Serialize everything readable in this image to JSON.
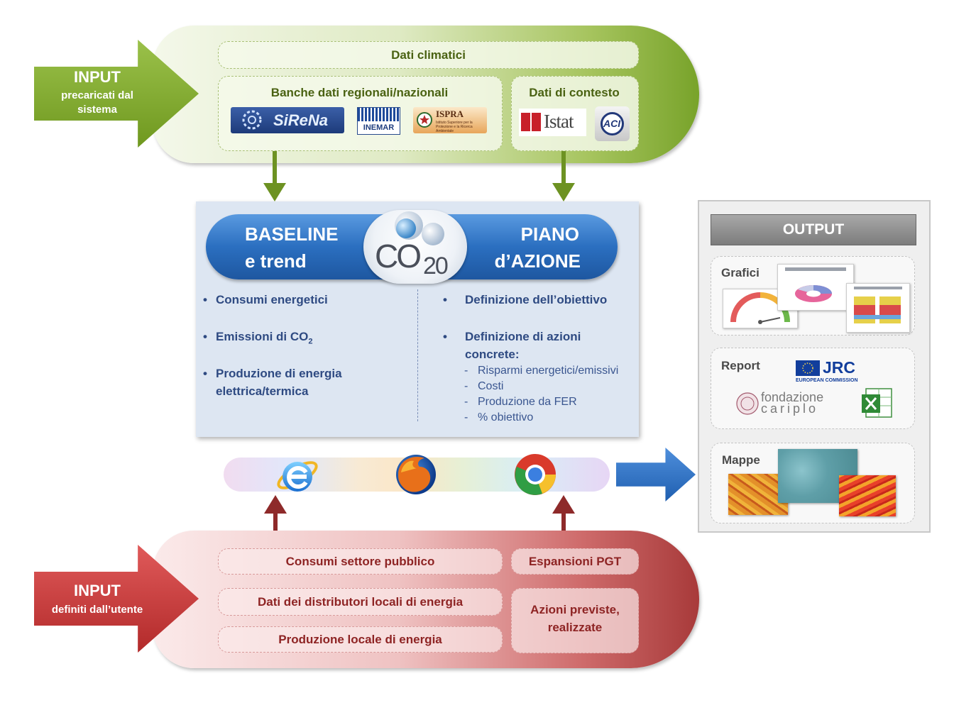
{
  "input_top": {
    "title": "INPUT",
    "line1": "precaricati dal",
    "line2": "sistema"
  },
  "top_band": {
    "dati_climatici": "Dati climatici",
    "banche_dati": "Banche dati regionali/nazionali",
    "dati_contesto": "Dati di contesto",
    "logos": {
      "sirena": "SiReNa",
      "inemar": "INEMAR",
      "ispra": "ISPRA",
      "ispra_sub": "Istituto Superiore per la Protezione e la Ricerca Ambientale",
      "istat": "Istat",
      "aci": "ACI"
    }
  },
  "center": {
    "baseline_line1": "BASELINE",
    "baseline_line2": "e trend",
    "piano_line1": "PIANO",
    "piano_line2": "d’AZIONE",
    "logo_co": "CO",
    "logo_sub": "20",
    "left_bullets": [
      "Consumi  energetici",
      "Emissioni  di  CO",
      "Produzione  di  energia",
      "elettrica/termica"
    ],
    "co2_subscript": "2",
    "right_bullets": [
      "Definizione  dell’obiettivo",
      "Definizione  di  azioni",
      "concrete:"
    ],
    "sub_items": [
      "Risparmi energetici/emissivi",
      "Costi",
      "Produzione da FER",
      "% obiettivo"
    ]
  },
  "output": {
    "title": "OUTPUT",
    "grafici": "Grafici",
    "report": "Report",
    "mappe": "Mappe",
    "jrc": "JRC",
    "jrc_sub": "EUROPEAN COMMISSION",
    "fondazione": "fondazione",
    "cariplo": "cariplo"
  },
  "input_bottom": {
    "title": "INPUT",
    "line1": "definiti dall’utente"
  },
  "bottom_band": {
    "consumi": "Consumi  settore  pubblico",
    "espansioni": "Espansioni  PGT",
    "distributori": "Dati dei distributori  locali di energia",
    "azioni_1": "Azioni  previste,",
    "azioni_2": "realizzate",
    "produzione": "Produzione  locale di energia"
  },
  "colors": {
    "green": "#78a32a",
    "red": "#b22a2a",
    "blue": "#2b6fc0",
    "navy": "#2e4a82"
  }
}
